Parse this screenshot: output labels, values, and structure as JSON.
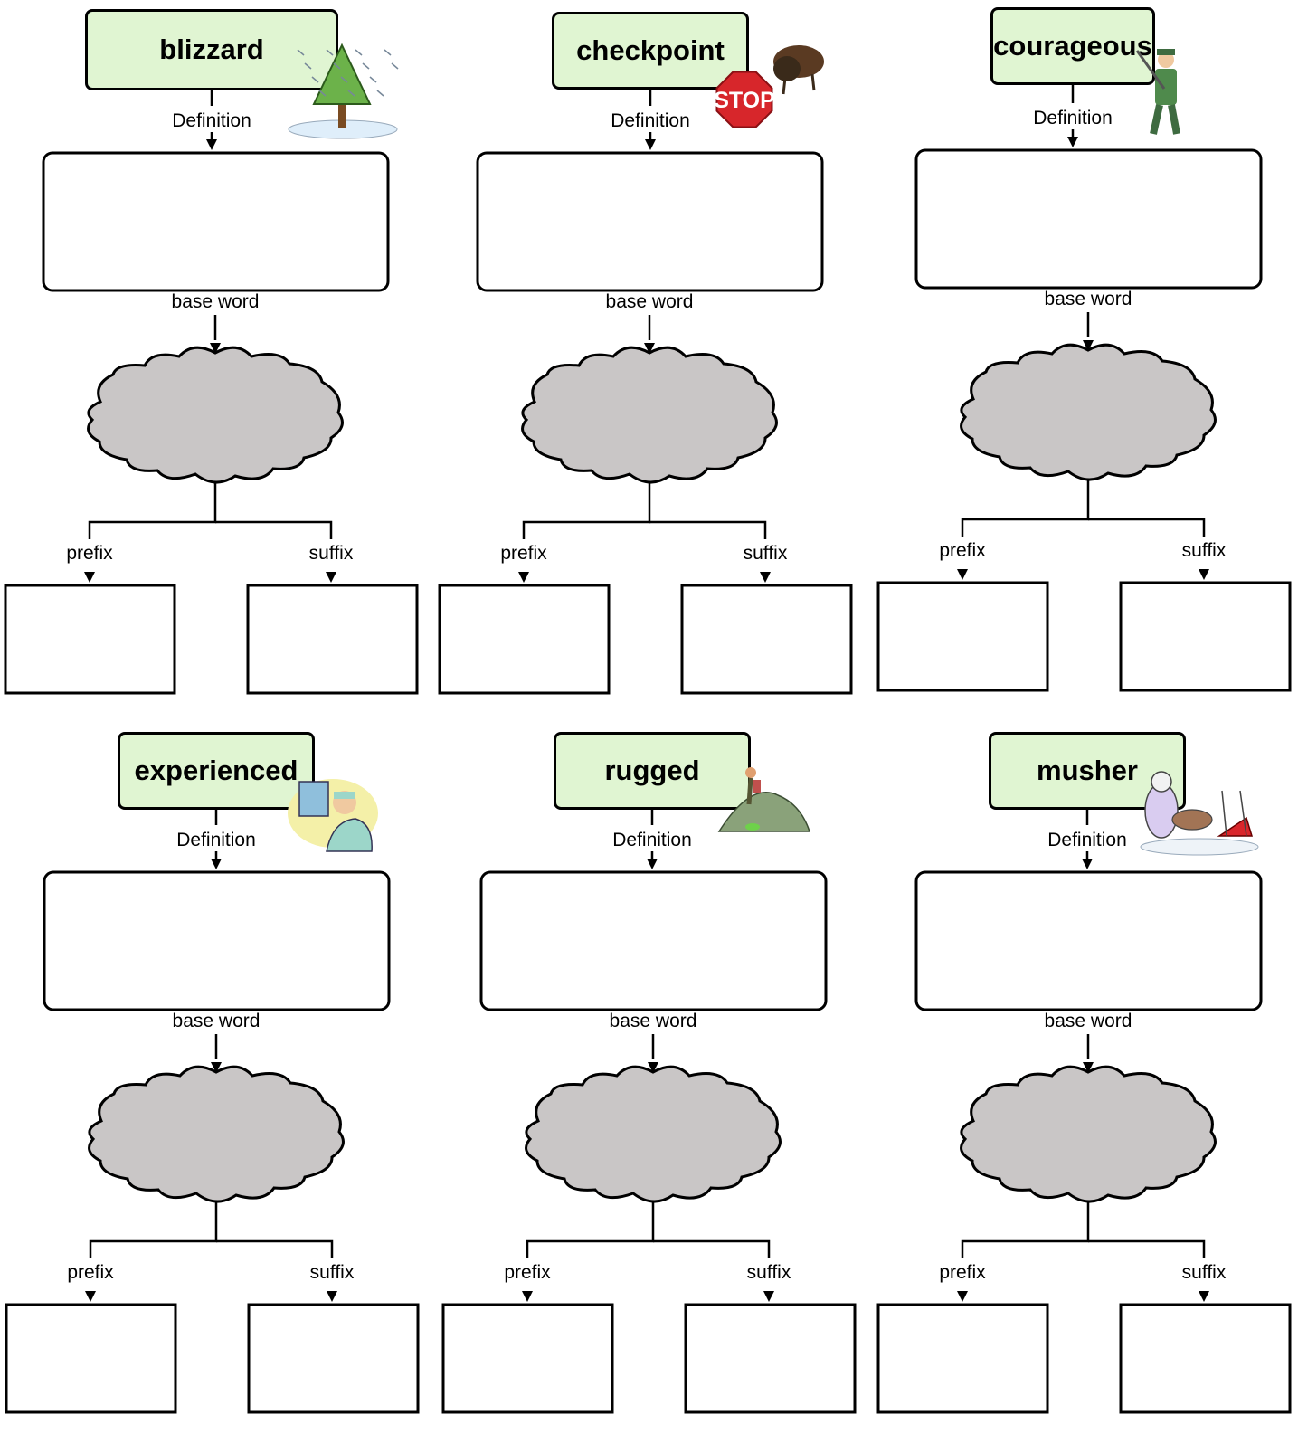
{
  "labels": {
    "definition": "Definition",
    "base_word": "base word",
    "prefix": "prefix",
    "suffix": "suffix",
    "stop_sign": "STOP"
  },
  "words": [
    {
      "word": "blizzard",
      "picture": "snowy-tree-icon"
    },
    {
      "word": "checkpoint",
      "picture": "stop-sign-icon"
    },
    {
      "word": "courageous",
      "picture": "soldier-icon"
    },
    {
      "word": "experienced",
      "picture": "doctor-xray-icon"
    },
    {
      "word": "rugged",
      "picture": "hiker-on-hill-icon"
    },
    {
      "word": "musher",
      "picture": "sled-dog-team-icon"
    }
  ]
}
